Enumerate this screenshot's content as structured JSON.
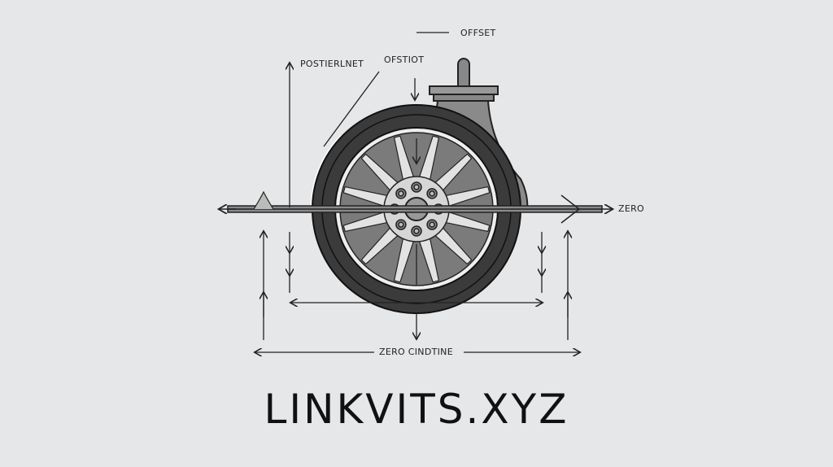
{
  "labels": {
    "offset": "OFFSET",
    "posterlnet": "POSTIERLNET",
    "ofstiot": "OFSTIOT",
    "zero": "ZERO",
    "zero_cindtine": "ZERO CINDTINE"
  },
  "brand": "LINKVITS.XYZ",
  "colors": {
    "background": "#e5e7e8",
    "tire": "#3a3a3a",
    "rim": "#8a8a8a",
    "spoke": "#d8d8d8",
    "line": "#222222"
  }
}
